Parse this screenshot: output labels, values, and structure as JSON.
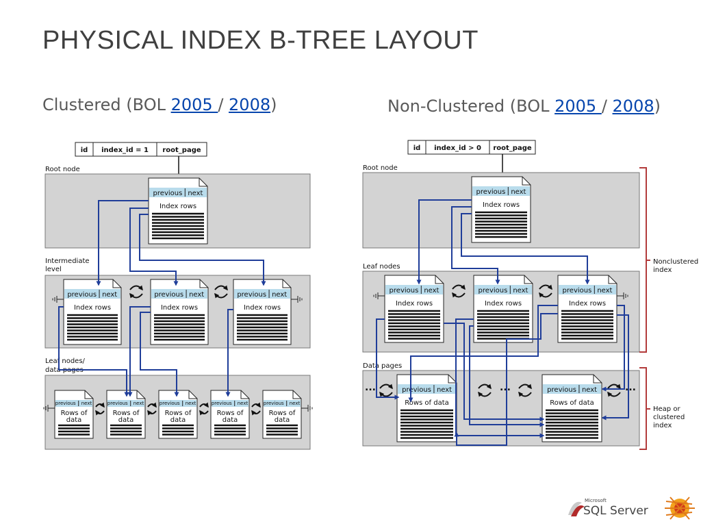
{
  "title": "PHYSICAL INDEX B-TREE LAYOUT",
  "clustered": {
    "prefix": "Clustered (BOL ",
    "link_2005": "2005 ",
    "sep": "/ ",
    "link_2008": "2008",
    "suffix": ")",
    "header": [
      "id",
      "index_id = 1",
      "root_page"
    ],
    "root_label": "Root node",
    "intermediate_label": [
      "Intermediate",
      "level"
    ],
    "leaf_label": [
      "Leaf nodes/",
      "data pages"
    ]
  },
  "nonclustered": {
    "prefix": "Non-Clustered (BOL ",
    "link_2005": "2005 ",
    "sep": "/ ",
    "link_2008": "2008",
    "suffix": ")",
    "header": [
      "id",
      "index_id > 0",
      "root_page"
    ],
    "root_label": "Root node",
    "leaf_label": "Leaf nodes",
    "data_label": "Data pages",
    "brace_nonclustered": [
      "Nonclustered",
      "index"
    ],
    "brace_heap": [
      "Heap or",
      "clustered",
      "index"
    ]
  },
  "page": {
    "prev": "previous",
    "next": "next",
    "index_rows": "Index rows",
    "rows_of_data": "Rows of data",
    "rows_of_data_short": [
      "Rows of",
      "data"
    ],
    "ellipsis": "..."
  },
  "logo": {
    "microsoft": "Microsoft",
    "product": "SQL Server"
  },
  "colors": {
    "page_header": "#b9dcec",
    "arrow": "#1f3d99",
    "panel": "#d3d3d3",
    "brace": "#b23a3a"
  }
}
